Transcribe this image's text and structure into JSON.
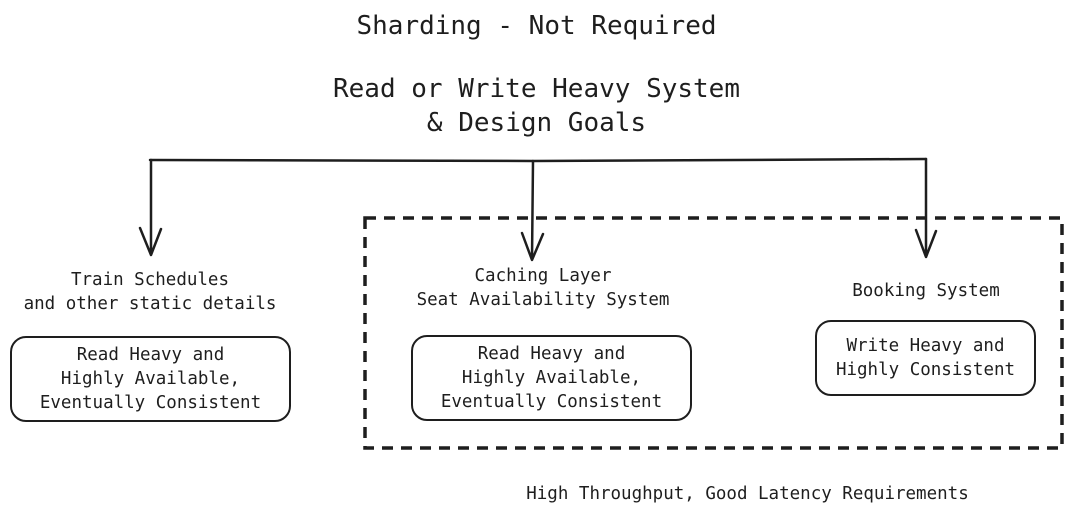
{
  "title": "Sharding - Not Required",
  "subtitle": "Read or Write Heavy System\n& Design Goals",
  "nodes": [
    {
      "heading": "Train Schedules\nand other static details",
      "box": "Read Heavy and\nHighly Available,\nEventually Consistent"
    },
    {
      "heading": "Caching Layer\nSeat Availability System",
      "box": "Read Heavy and\nHighly Available,\nEventually Consistent"
    },
    {
      "heading": "Booking System",
      "box": "Write Heavy and\nHighly Consistent"
    }
  ],
  "group_caption": "High Throughput, Good Latency Requirements",
  "colors": {
    "stroke": "#1e1e1e",
    "background": "#ffffff"
  }
}
